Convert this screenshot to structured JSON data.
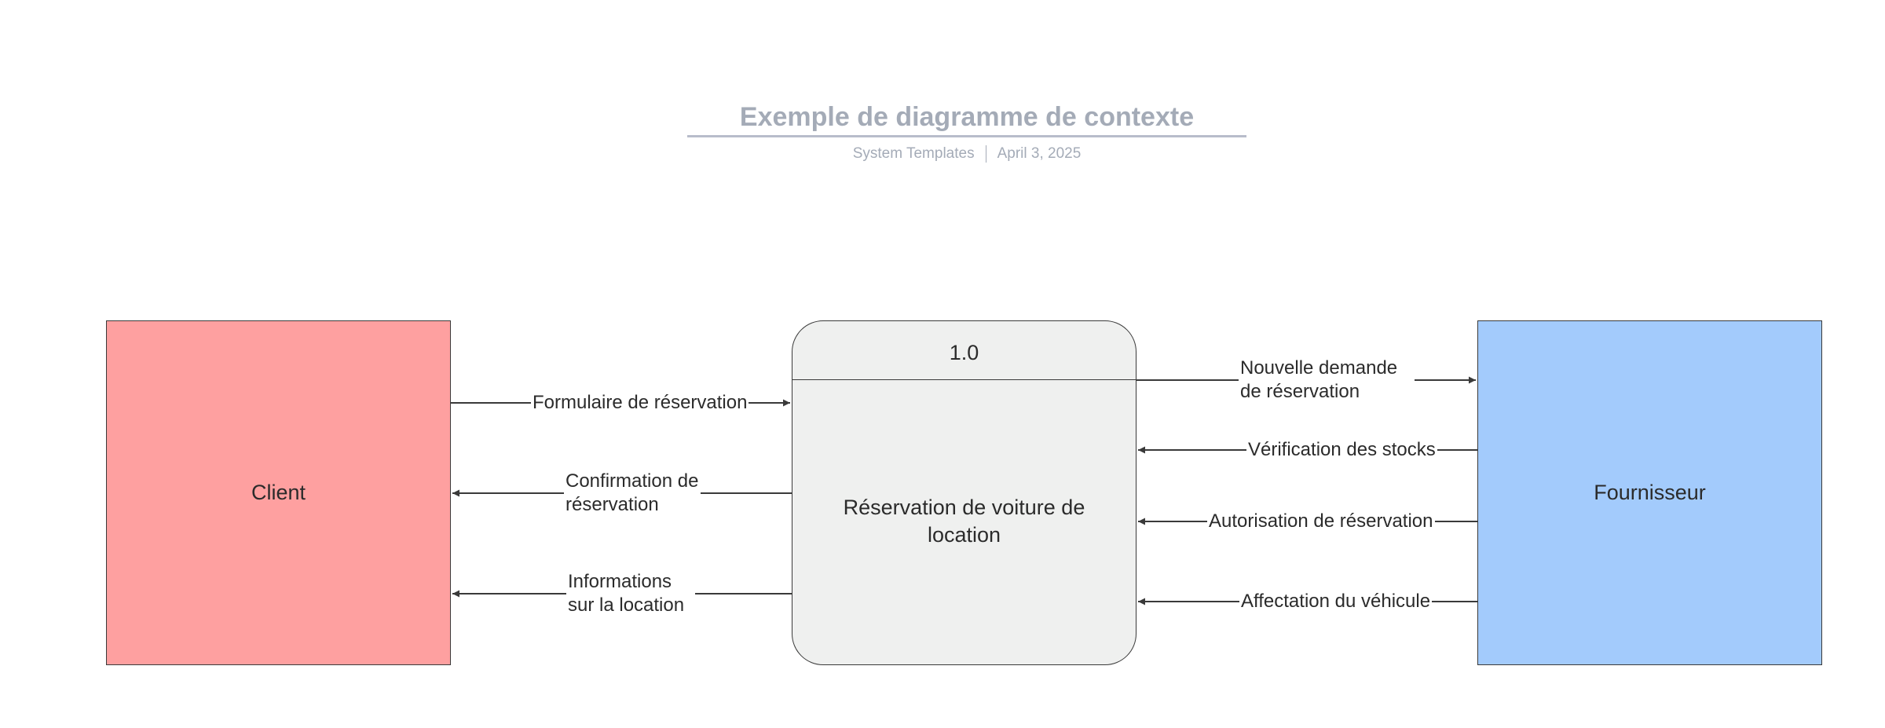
{
  "header": {
    "title": "Exemple de diagramme de contexte",
    "author": "System Templates",
    "date": "April 3, 2025"
  },
  "entities": {
    "client": "Client",
    "supplier": "Fournisseur"
  },
  "process": {
    "id": "1.0",
    "name": "Réservation de voiture de location"
  },
  "flows": {
    "client_to_process": "Formulaire de réservation",
    "process_to_client_confirm": "Confirmation de réservation",
    "process_to_client_info": "Informations sur la location",
    "process_to_supplier": "Nouvelle demande de réservation",
    "supplier_stock_check": "Vérification des stocks",
    "supplier_authorization": "Autorisation de réservation",
    "supplier_assignment": "Affectation du véhicule"
  },
  "colors": {
    "client_fill": "#fea0a0",
    "supplier_fill": "#a3cbfc",
    "process_fill": "#eff0ef",
    "line": "#3a3a3a",
    "title": "#a4abb7"
  }
}
